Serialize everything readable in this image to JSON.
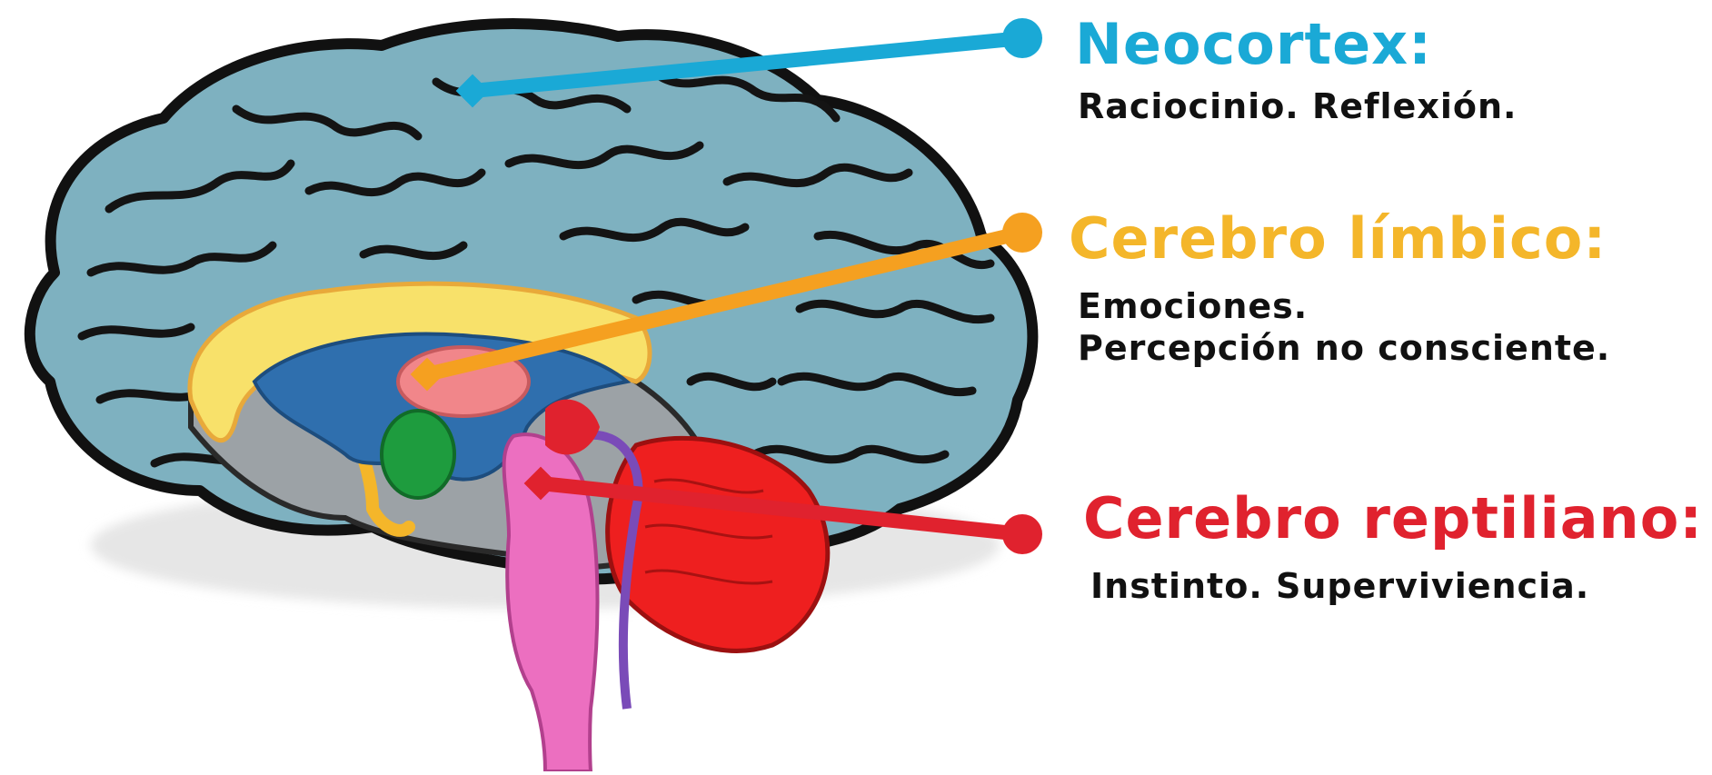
{
  "colors": {
    "neocortex": "#1aa9d6",
    "limbic": "#f4b62a",
    "limbic_line": "#f5a020",
    "reptilian": "#e0222e",
    "brain_fill": "#7eb1c0",
    "brain_outline": "#111111",
    "brain_inner": "#9ca2a6",
    "brainstem": "#ec6fc0",
    "cerebellum": "#ee1f1f",
    "corpus_callosum": "#f8e16a",
    "ventricle": "#2f6fae",
    "thalamus": "#f1868a",
    "amygdala": "#1e9c3e"
  },
  "labels": {
    "neocortex": {
      "title": "Neocortex:",
      "description": "Raciocinio. Reflexión."
    },
    "limbic": {
      "title": "Cerebro límbico:",
      "description_line1": "Emociones.",
      "description_line2": "Percepción no consciente."
    },
    "reptilian": {
      "title": "Cerebro reptiliano:",
      "description": "Instinto. Superviviencia."
    }
  },
  "icons": {
    "neocortex": "brain-region-pointer-icon",
    "limbic": "brain-region-pointer-icon",
    "reptilian": "brain-region-pointer-icon"
  }
}
